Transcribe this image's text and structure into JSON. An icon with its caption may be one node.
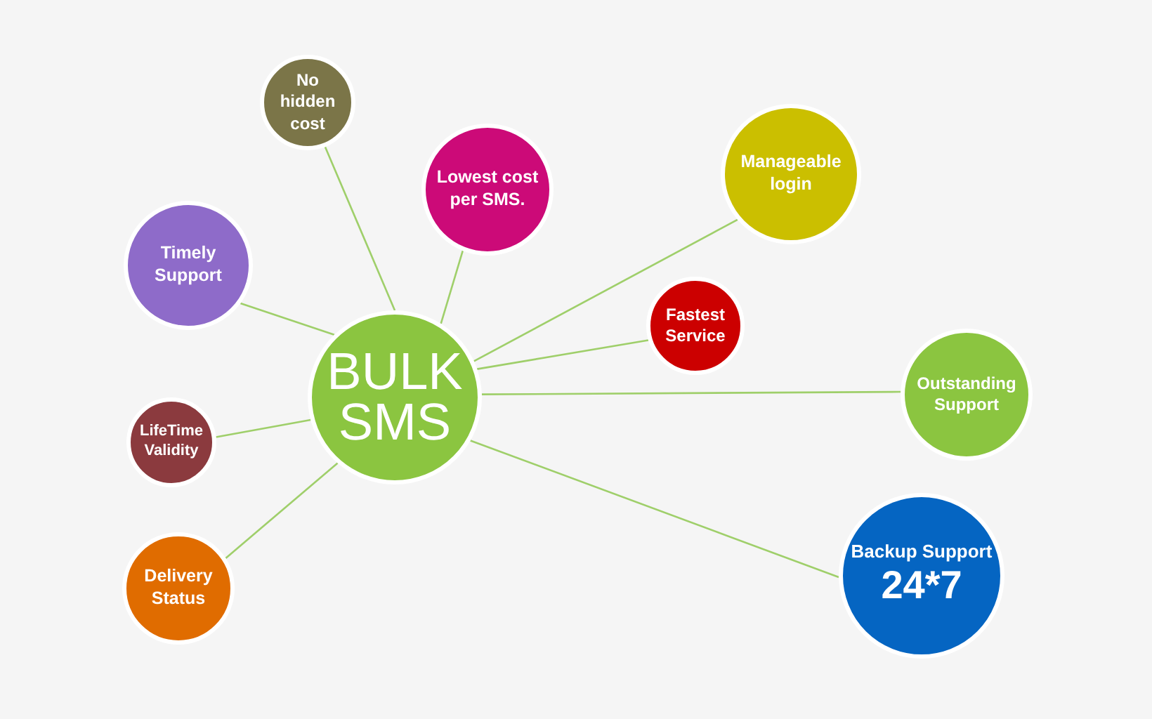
{
  "diagram": {
    "nodes": [
      {
        "text": [
          "No hidden cost"
        ]
      },
      {
        "text": [
          "Manageable login"
        ]
      },
      {
        "text": [
          "Lowest cost per SMS."
        ]
      },
      {
        "text": [
          "Timely Support"
        ]
      },
      {
        "text": [
          "Fastest Service"
        ]
      },
      {
        "text": [
          "BULK SMS"
        ]
      },
      {
        "text": [
          "Outstanding Support"
        ]
      },
      {
        "text": [
          "LifeTime Validity"
        ]
      },
      {
        "text": [
          "Delivery Status"
        ]
      },
      {
        "text": [
          "Backup Support",
          "24*7"
        ]
      }
    ],
    "edges": [
      {
        "from": 5,
        "to": 0,
        "arrow": "none"
      },
      {
        "from": 5,
        "to": 1,
        "arrow": "none"
      },
      {
        "from": 5,
        "to": 2,
        "arrow": "none"
      },
      {
        "from": 5,
        "to": 3,
        "arrow": "none"
      },
      {
        "from": 5,
        "to": 4,
        "arrow": "none"
      },
      {
        "from": 5,
        "to": 6,
        "arrow": "none"
      },
      {
        "from": 5,
        "to": 7,
        "arrow": "none"
      },
      {
        "from": 5,
        "to": 8,
        "arrow": "none"
      },
      {
        "from": 5,
        "to": 9,
        "arrow": "none"
      }
    ]
  }
}
